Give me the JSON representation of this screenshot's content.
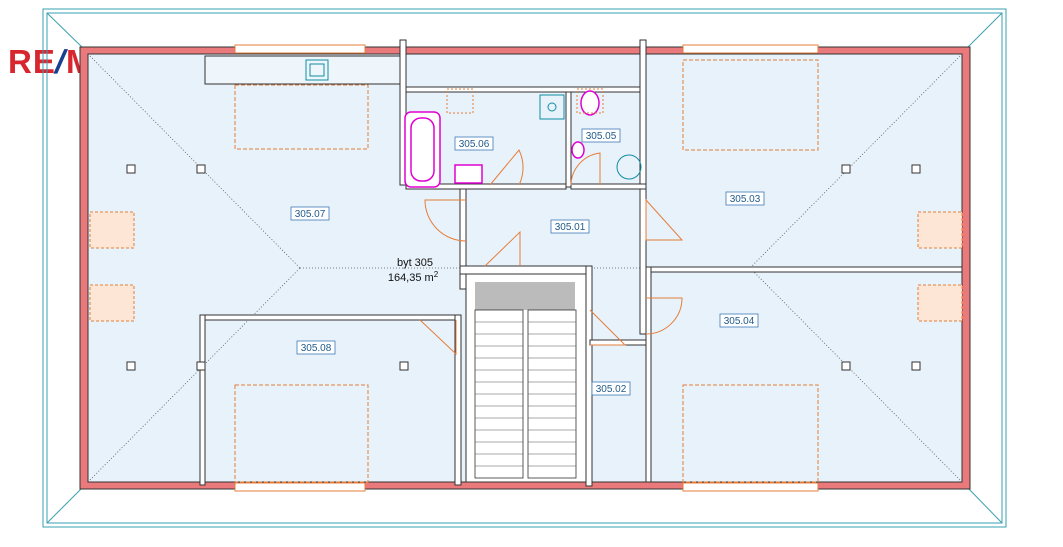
{
  "logo": {
    "part1": "RE",
    "slash": "/",
    "part2": "MAX"
  },
  "apartment": {
    "name": "byt 305",
    "area": "164,35 m",
    "area_sup": "2"
  },
  "rooms": [
    {
      "id": "305.01"
    },
    {
      "id": "305.02"
    },
    {
      "id": "305.03"
    },
    {
      "id": "305.04"
    },
    {
      "id": "305.05"
    },
    {
      "id": "305.06"
    },
    {
      "id": "305.07"
    },
    {
      "id": "305.08"
    }
  ],
  "colors": {
    "outer_wall": "#e9797a",
    "floor": "#e8f2fb",
    "outline": "#3aa0b0",
    "door": "#e57d3a",
    "fixture": "#e000d0",
    "label_border": "#3d7ab8"
  }
}
